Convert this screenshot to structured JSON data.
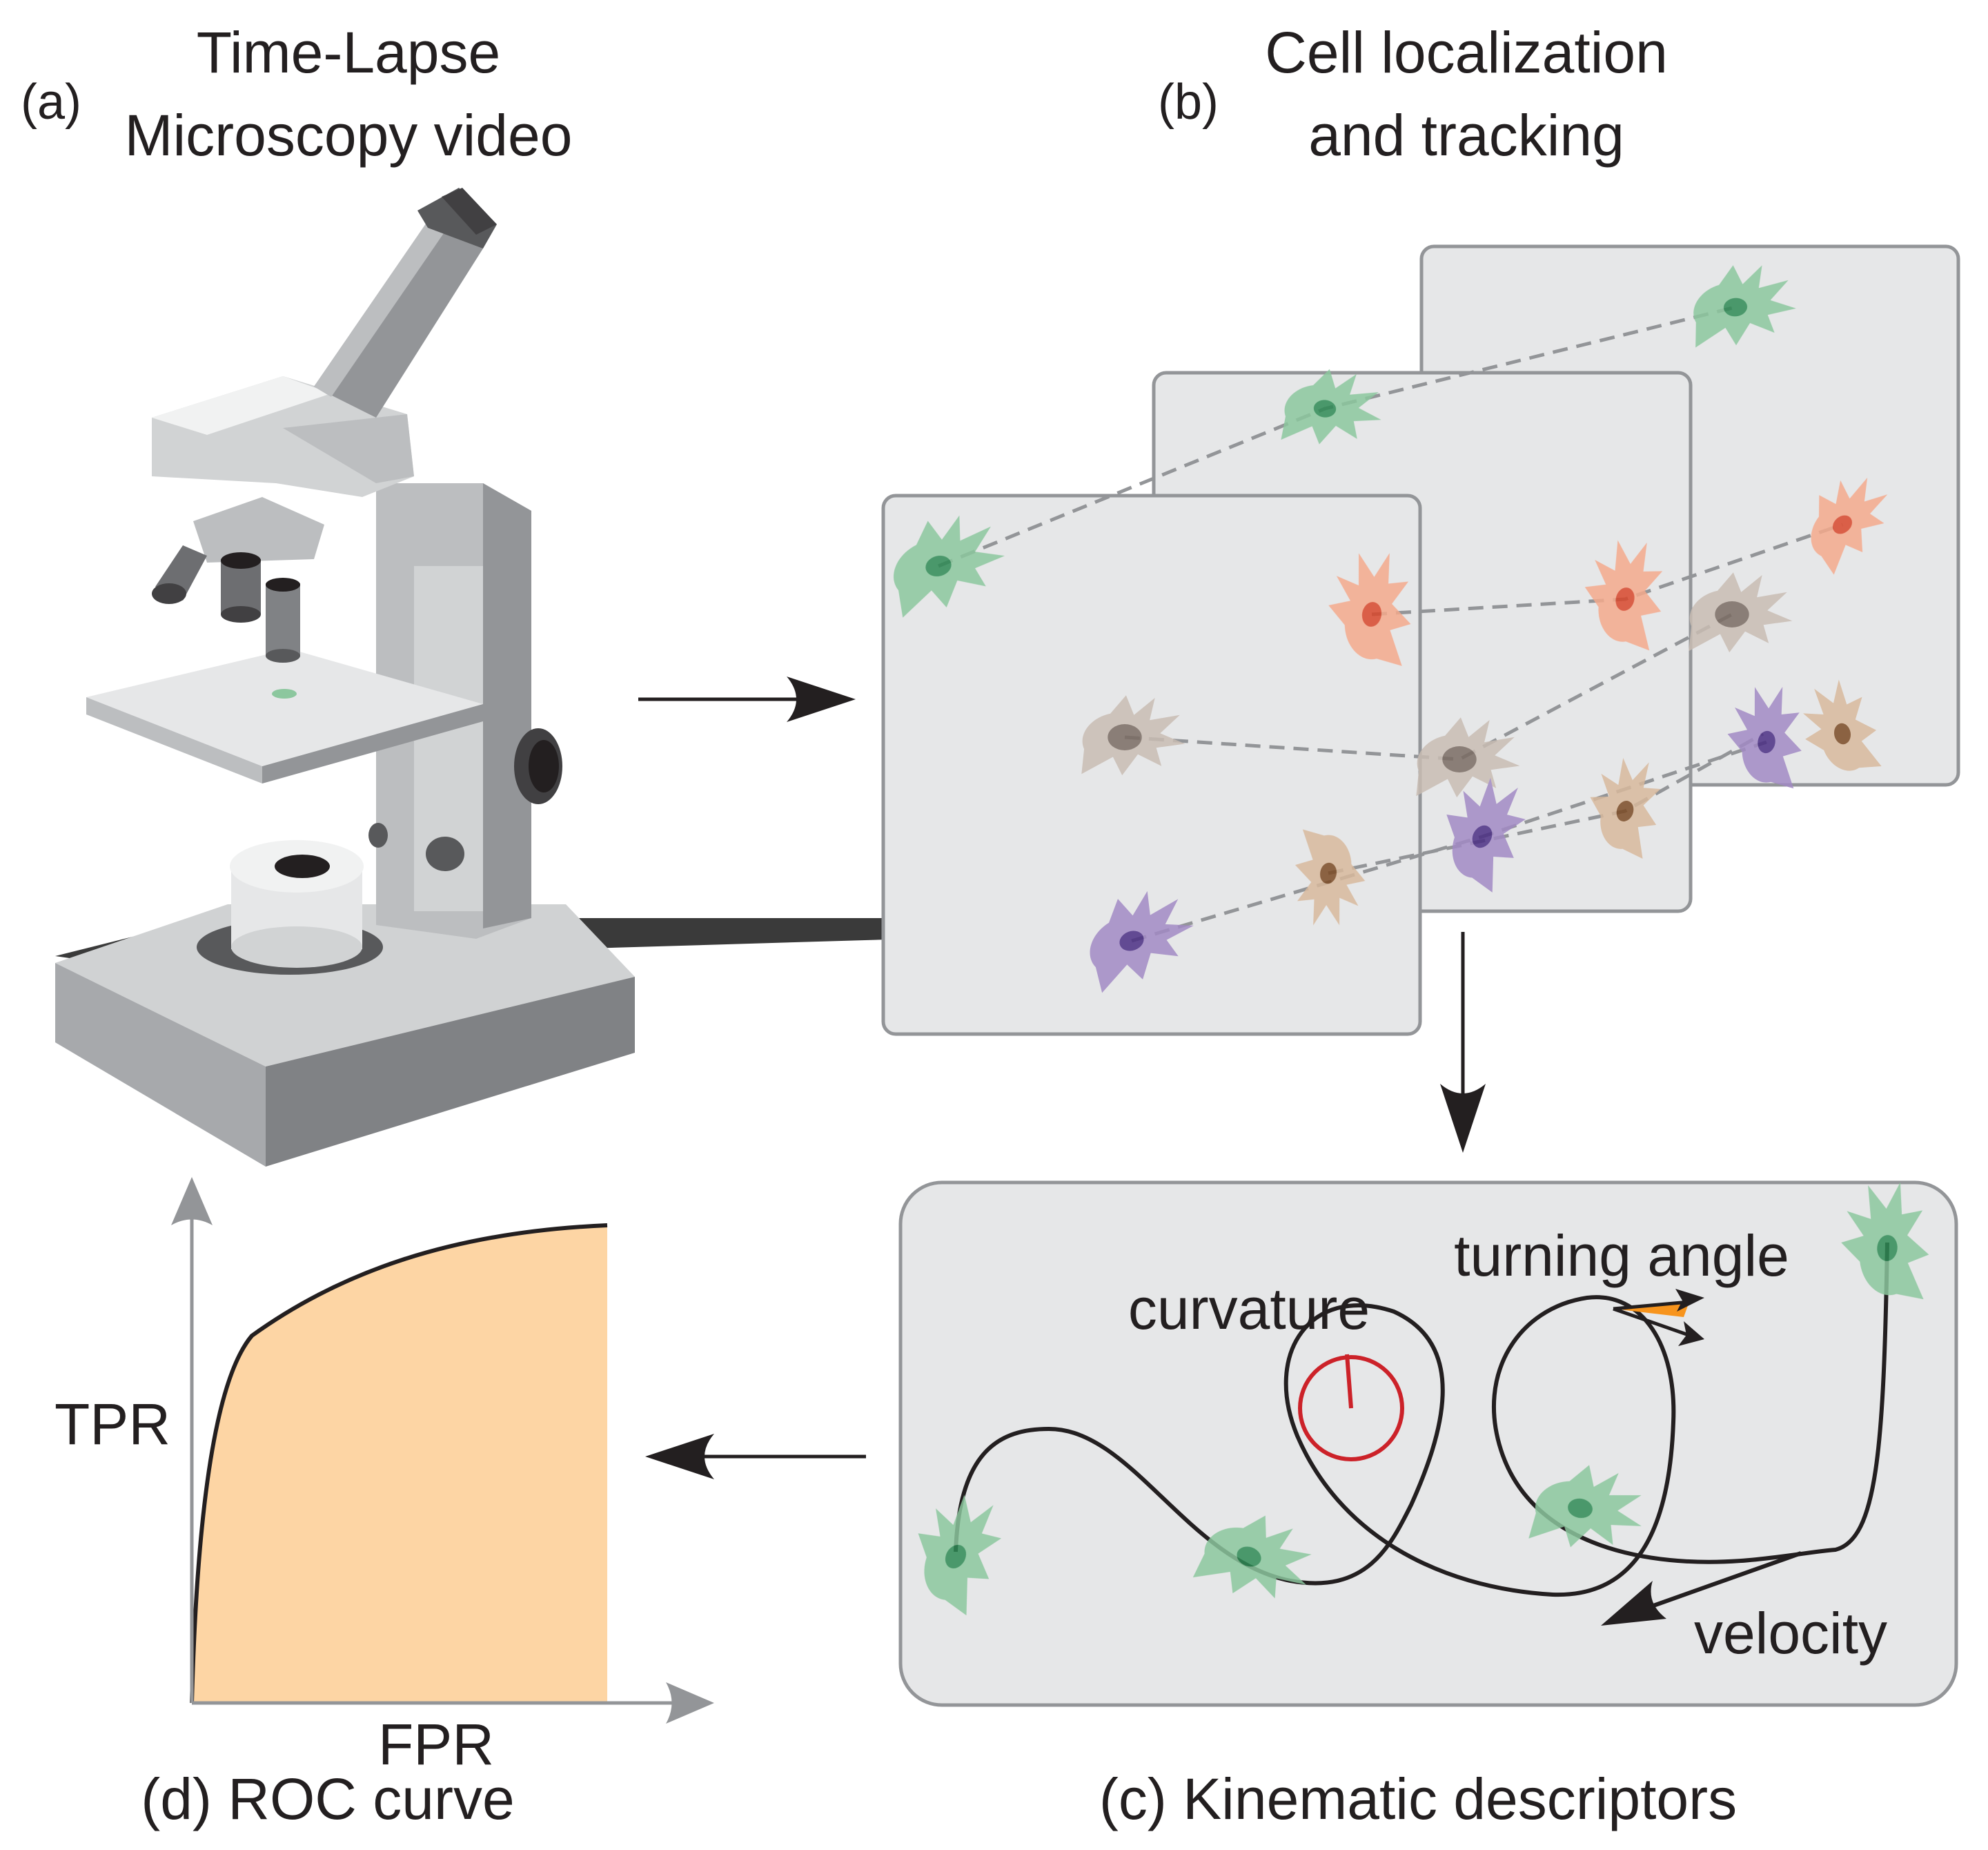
{
  "panels": {
    "a": {
      "tag": "(a)",
      "title_line1": "Time-Lapse",
      "title_line2": "Microscopy video"
    },
    "b": {
      "tag": "(b)",
      "title_line1": "Cell localization",
      "title_line2": "and  tracking"
    },
    "c": {
      "caption": "(c) Kinematic descriptors",
      "labels": {
        "turning_angle": "turning angle",
        "curvature": "curvature",
        "velocity": "velocity"
      }
    },
    "d": {
      "caption": "(d) ROC curve",
      "ylabel": "TPR",
      "xlabel": "FPR"
    }
  },
  "colors": {
    "frame_fill": "#e6e7e8",
    "frame_stroke": "#939598",
    "arrow": "#231f20",
    "roc_fill": "#fdd5a4",
    "curvature_circle": "#cc2229",
    "turning_angle_wedge": "#f7941d",
    "cell_green": "#8cc79e",
    "cell_orange": "#f5a98c",
    "cell_taupe": "#c9bcb3",
    "cell_purple": "#a28ac4",
    "cell_tan": "#d8b99c"
  },
  "icons": [
    "microscope-icon",
    "cell-icon",
    "arrow-right-icon",
    "arrow-down-icon",
    "arrow-left-icon"
  ]
}
